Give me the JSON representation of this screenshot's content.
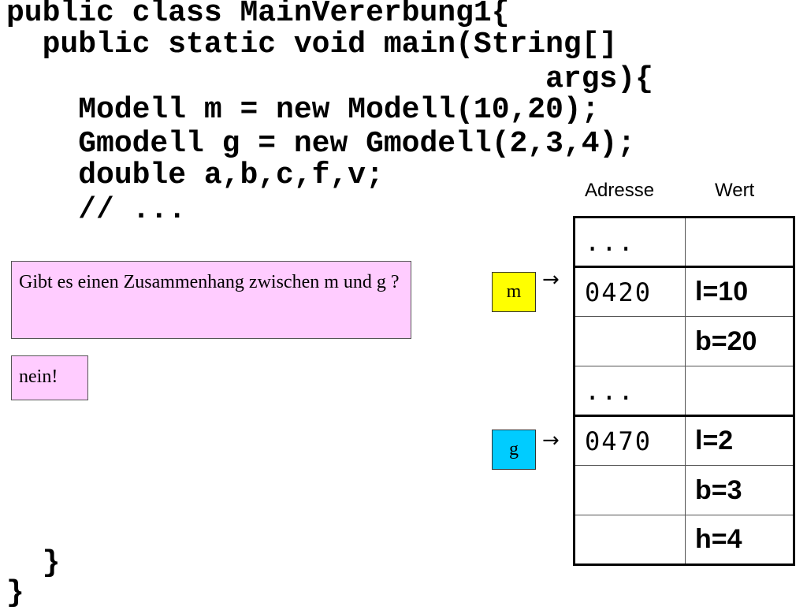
{
  "code": {
    "lines": [
      "public class MainVererbung1{",
      "  public static void main(String[]",
      "                              args){",
      "    Modell m = new Modell(10,20);",
      "    Gmodell g = new Gmodell(2,3,4);",
      "    double a,b,c,f,v;",
      "    // ...",
      "  }",
      "}"
    ]
  },
  "notes": {
    "question": "Gibt es einen Zusammenhang zwischen m und g ?",
    "answer": "nein!"
  },
  "variables": {
    "m": {
      "label": "m",
      "color": "#ffff00"
    },
    "g": {
      "label": "g",
      "color": "#00ccff"
    }
  },
  "memory": {
    "headers": {
      "address": "Adresse",
      "value": "Wert"
    },
    "rows": [
      {
        "address": "...",
        "value": ""
      },
      {
        "address": "0420",
        "value": "l=10"
      },
      {
        "address": "",
        "value": "b=20"
      },
      {
        "address": "...",
        "value": ""
      },
      {
        "address": "0470",
        "value": "l=2"
      },
      {
        "address": "",
        "value": "b=3"
      },
      {
        "address": "",
        "value": "h=4"
      }
    ]
  },
  "colors": {
    "note_background": "#ffccff",
    "m_box": "#ffff00",
    "g_box": "#00ccff"
  },
  "icons": {
    "pointer": "right-arrow-icon"
  }
}
